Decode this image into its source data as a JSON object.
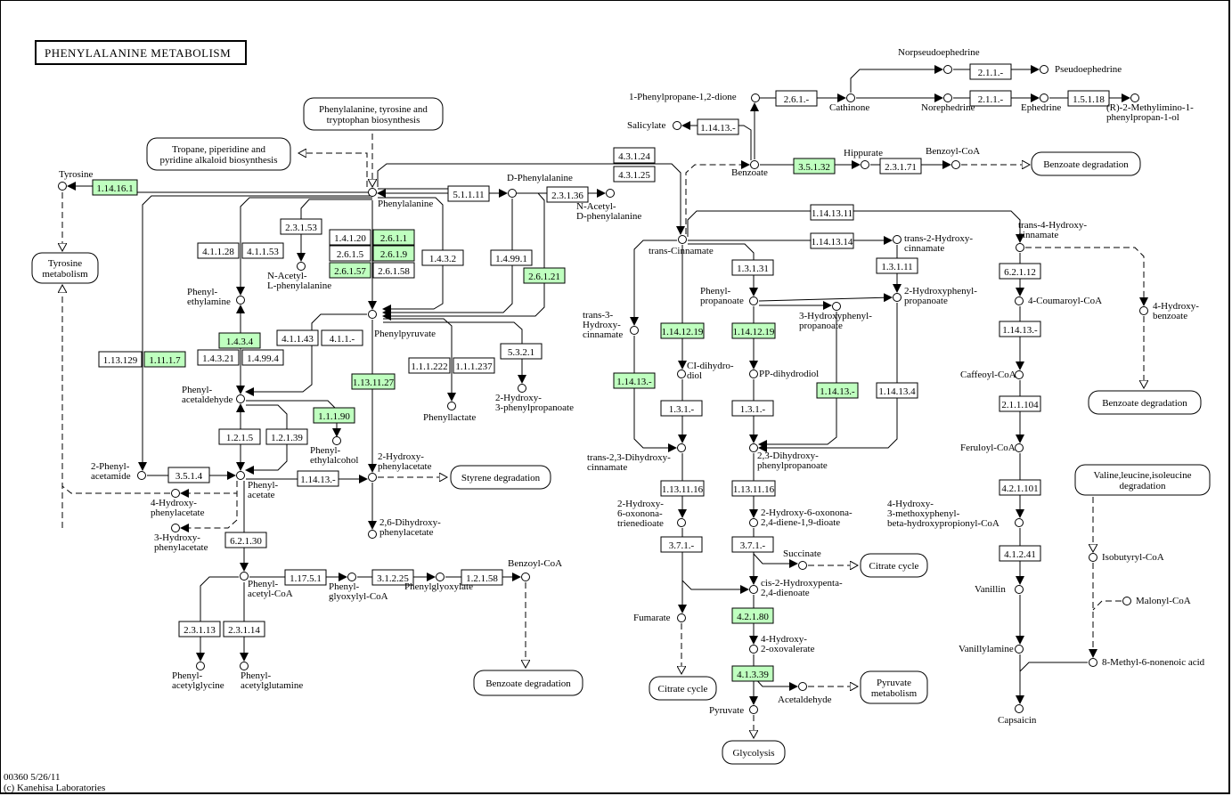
{
  "title": "PHENYLALANINE METABOLISM",
  "footer": {
    "line1": "00360 5/26/11",
    "line2": "(c) Kanehisa Laboratories"
  },
  "colors": {
    "highlight": "#bfffbf",
    "plain": "#ffffff",
    "line": "#000000"
  },
  "maps": [
    {
      "id": "m_phe_bio",
      "lines": [
        "Phenylalanine, tyrosine and",
        "tryptophan biosynthesis"
      ]
    },
    {
      "id": "m_tropane",
      "lines": [
        "Tropane, piperidine and",
        "pyridine alkaloid biosynthesis"
      ]
    },
    {
      "id": "m_tyr",
      "lines": [
        "Tyrosine",
        "metabolism"
      ]
    },
    {
      "id": "m_styrene",
      "lines": [
        "Styrene degradation"
      ]
    },
    {
      "id": "m_benz1",
      "lines": [
        "Benzoate degradation"
      ]
    },
    {
      "id": "m_benz2",
      "lines": [
        "Benzoate degradation"
      ]
    },
    {
      "id": "m_benz3",
      "lines": [
        "Benzoate degradation"
      ]
    },
    {
      "id": "m_citrate1",
      "lines": [
        "Citrate cycle"
      ]
    },
    {
      "id": "m_citrate2",
      "lines": [
        "Citrate cycle"
      ]
    },
    {
      "id": "m_pyruvate",
      "lines": [
        "Pyruvate",
        "metabolism"
      ]
    },
    {
      "id": "m_glycolysis",
      "lines": [
        "Glycolysis"
      ]
    },
    {
      "id": "m_valine",
      "lines": [
        "Valine,leucine,isoleucine",
        "degradation"
      ]
    }
  ],
  "enzymes": [
    {
      "id": "e1",
      "label": "1.14.16.1",
      "hl": true
    },
    {
      "id": "e2",
      "label": "2.3.1.53",
      "hl": false
    },
    {
      "id": "e3",
      "label": "4.1.1.28",
      "hl": false
    },
    {
      "id": "e4",
      "label": "4.1.1.53",
      "hl": false
    },
    {
      "id": "e5",
      "label": "1.4.1.20",
      "hl": false
    },
    {
      "id": "e6",
      "label": "2.6.1.1",
      "hl": true
    },
    {
      "id": "e7",
      "label": "2.6.1.5",
      "hl": false
    },
    {
      "id": "e8",
      "label": "2.6.1.9",
      "hl": true
    },
    {
      "id": "e9",
      "label": "2.6.1.57",
      "hl": true
    },
    {
      "id": "e10",
      "label": "2.6.1.58",
      "hl": false
    },
    {
      "id": "e11",
      "label": "1.4.3.2",
      "hl": false
    },
    {
      "id": "e12",
      "label": "5.1.1.11",
      "hl": false
    },
    {
      "id": "e13",
      "label": "2.3.1.36",
      "hl": false
    },
    {
      "id": "e14",
      "label": "1.4.99.1",
      "hl": false
    },
    {
      "id": "e15",
      "label": "2.6.1.21",
      "hl": true
    },
    {
      "id": "e16",
      "label": "4.3.1.24",
      "hl": false
    },
    {
      "id": "e17",
      "label": "4.3.1.25",
      "hl": false
    },
    {
      "id": "e18",
      "label": "1.4.3.4",
      "hl": true
    },
    {
      "id": "e19",
      "label": "1.4.3.21",
      "hl": false
    },
    {
      "id": "e20",
      "label": "1.4.99.4",
      "hl": false
    },
    {
      "id": "e21",
      "label": "4.1.1.43",
      "hl": false
    },
    {
      "id": "e22",
      "label": "4.1.1.-",
      "hl": false
    },
    {
      "id": "e23",
      "label": "1.13.12.9",
      "hl": false,
      "display": "1.13.129"
    },
    {
      "id": "e24",
      "label": "1.11.1.7",
      "hl": true
    },
    {
      "id": "e25",
      "label": "1.13.11.27",
      "hl": true
    },
    {
      "id": "e26",
      "label": "1.1.1.222",
      "hl": false
    },
    {
      "id": "e27",
      "label": "1.1.1.237",
      "hl": false
    },
    {
      "id": "e28",
      "label": "5.3.2.1",
      "hl": false
    },
    {
      "id": "e29",
      "label": "1.1.1.90",
      "hl": true
    },
    {
      "id": "e30",
      "label": "1.2.1.5",
      "hl": false
    },
    {
      "id": "e31",
      "label": "1.2.1.39",
      "hl": false
    },
    {
      "id": "e32",
      "label": "3.5.1.4",
      "hl": false
    },
    {
      "id": "e33",
      "label": "1.14.13.-",
      "hl": false
    },
    {
      "id": "e34",
      "label": "6.2.1.30",
      "hl": false
    },
    {
      "id": "e35",
      "label": "1.17.5.1",
      "hl": false
    },
    {
      "id": "e36",
      "label": "3.1.2.25",
      "hl": false
    },
    {
      "id": "e37",
      "label": "1.2.1.58",
      "hl": false
    },
    {
      "id": "e38",
      "label": "2.3.1.13",
      "hl": false
    },
    {
      "id": "e39",
      "label": "2.3.1.14",
      "hl": false
    },
    {
      "id": "e40",
      "label": "2.6.1.-",
      "hl": false
    },
    {
      "id": "e41",
      "label": "2.1.1.-",
      "hl": false
    },
    {
      "id": "e42",
      "label": "2.1.1.-",
      "hl": false
    },
    {
      "id": "e43",
      "label": "1.5.1.18",
      "hl": false
    },
    {
      "id": "e44",
      "label": "1.14.13.-",
      "hl": false
    },
    {
      "id": "e45",
      "label": "3.5.1.32",
      "hl": true
    },
    {
      "id": "e46",
      "label": "2.3.1.71",
      "hl": false
    },
    {
      "id": "e47",
      "label": "1.14.13.11",
      "hl": false
    },
    {
      "id": "e48",
      "label": "1.14.13.14",
      "hl": false
    },
    {
      "id": "e49",
      "label": "1.3.1.31",
      "hl": false
    },
    {
      "id": "e50",
      "label": "1.3.1.11",
      "hl": false
    },
    {
      "id": "e51",
      "label": "1.14.12.19",
      "hl": true
    },
    {
      "id": "e52",
      "label": "1.14.12.19",
      "hl": true
    },
    {
      "id": "e53",
      "label": "1.14.13.-",
      "hl": true
    },
    {
      "id": "e54",
      "label": "1.14.13.-",
      "hl": true
    },
    {
      "id": "e55",
      "label": "1.14.13.4",
      "hl": false
    },
    {
      "id": "e56",
      "label": "1.3.1.-",
      "hl": false
    },
    {
      "id": "e57",
      "label": "1.3.1.-",
      "hl": false
    },
    {
      "id": "e58",
      "label": "1.13.11.16",
      "hl": false
    },
    {
      "id": "e59",
      "label": "1.13.11.16",
      "hl": false
    },
    {
      "id": "e60",
      "label": "3.7.1.-",
      "hl": false
    },
    {
      "id": "e61",
      "label": "3.7.1.-",
      "hl": false
    },
    {
      "id": "e62",
      "label": "4.2.1.80",
      "hl": true
    },
    {
      "id": "e63",
      "label": "4.1.3.39",
      "hl": true
    },
    {
      "id": "e64",
      "label": "6.2.1.12",
      "hl": false
    },
    {
      "id": "e65",
      "label": "1.14.13.-",
      "hl": false
    },
    {
      "id": "e66",
      "label": "2.1.1.104",
      "hl": false
    },
    {
      "id": "e67",
      "label": "4.2.1.101",
      "hl": false
    },
    {
      "id": "e68",
      "label": "4.1.2.41",
      "hl": false
    }
  ],
  "compounds": [
    {
      "id": "c_tyr",
      "lines": [
        "Tyrosine"
      ]
    },
    {
      "id": "c_phe",
      "lines": [
        "Phenylalanine"
      ]
    },
    {
      "id": "c_dphe",
      "lines": [
        "D-Phenylalanine"
      ]
    },
    {
      "id": "c_nacdphe",
      "lines": [
        "N-Acetyl-",
        "D-phenylalanine"
      ]
    },
    {
      "id": "c_naclphe",
      "lines": [
        "N-Acetyl-",
        "L-phenylalanine"
      ]
    },
    {
      "id": "c_phea",
      "lines": [
        "Phenyl-",
        "ethylamine"
      ]
    },
    {
      "id": "c_phpyr",
      "lines": [
        "Phenylpyruvate"
      ]
    },
    {
      "id": "c_phald",
      "lines": [
        "Phenyl-",
        "acetaldehyde"
      ]
    },
    {
      "id": "c_phlac",
      "lines": [
        "Phenyllactate"
      ]
    },
    {
      "id": "c_2oh3pp",
      "lines": [
        "2-Hydroxy-",
        "3-phenylpropanoate"
      ]
    },
    {
      "id": "c_phetoh",
      "lines": [
        "Phenyl-",
        "ethylalcohol"
      ]
    },
    {
      "id": "c_2phacm",
      "lines": [
        "2-Phenyl-",
        "acetamide"
      ]
    },
    {
      "id": "c_phac",
      "lines": [
        "Phenyl-",
        "acetate"
      ]
    },
    {
      "id": "c_2ohpa",
      "lines": [
        "2-Hydroxy-",
        "phenylacetate"
      ]
    },
    {
      "id": "c_26dhpa",
      "lines": [
        "2,6-Dihydroxy-",
        "phenylacetate"
      ]
    },
    {
      "id": "c_4ohpa",
      "lines": [
        "4-Hydroxy-",
        "phenylacetate"
      ]
    },
    {
      "id": "c_3ohpa",
      "lines": [
        "3-Hydroxy-",
        "phenylacetate"
      ]
    },
    {
      "id": "c_phaccoa",
      "lines": [
        "Phenyl-",
        "acetyl-CoA"
      ]
    },
    {
      "id": "c_phglxcoa",
      "lines": [
        "Phenyl-",
        "glyoxylyl-CoA"
      ]
    },
    {
      "id": "c_phglx",
      "lines": [
        "Phenylglyoxylate"
      ]
    },
    {
      "id": "c_bzcoa1",
      "lines": [
        "Benzoyl-CoA"
      ]
    },
    {
      "id": "c_phacgly",
      "lines": [
        "Phenyl-",
        "acetylglycine"
      ]
    },
    {
      "id": "c_phacgln",
      "lines": [
        "Phenyl-",
        "acetylglutamine"
      ]
    },
    {
      "id": "c_ppd",
      "lines": [
        "1-Phenylpropane-1,2-dione"
      ]
    },
    {
      "id": "c_cath",
      "lines": [
        "Cathinone"
      ]
    },
    {
      "id": "c_norpse",
      "lines": [
        "Norpseudoephedrine"
      ]
    },
    {
      "id": "c_pse",
      "lines": [
        "Pseudoephedrine"
      ]
    },
    {
      "id": "c_norep",
      "lines": [
        "Norephedrine"
      ]
    },
    {
      "id": "c_eph",
      "lines": [
        "Ephedrine"
      ]
    },
    {
      "id": "c_rmpp",
      "lines": [
        "(R)-2-Methylimino-1-",
        "phenylpropan-1-ol"
      ]
    },
    {
      "id": "c_sal",
      "lines": [
        "Salicylate"
      ]
    },
    {
      "id": "c_benz",
      "lines": [
        "Benzoate"
      ]
    },
    {
      "id": "c_hipp",
      "lines": [
        "Hippurate"
      ]
    },
    {
      "id": "c_bzcoa2",
      "lines": [
        "Benzoyl-CoA"
      ]
    },
    {
      "id": "c_tcin",
      "lines": [
        "trans-Cinnamate"
      ]
    },
    {
      "id": "c_t2ohc",
      "lines": [
        "trans-2-Hydroxy-",
        "cinnamate"
      ]
    },
    {
      "id": "c_t4ohc",
      "lines": [
        "trans-4-Hydroxy-",
        "cinnamate"
      ]
    },
    {
      "id": "c_t3ohc",
      "lines": [
        "trans-3-",
        "Hydroxy-",
        "cinnamate"
      ]
    },
    {
      "id": "c_phprop",
      "lines": [
        "Phenyl-",
        "propanoate"
      ]
    },
    {
      "id": "c_3ohpp",
      "lines": [
        "3-Hydroxyphenyl-",
        "propanoate"
      ]
    },
    {
      "id": "c_2ohpp",
      "lines": [
        "2-Hydroxyphenyl-",
        "propanoate"
      ]
    },
    {
      "id": "c_cidiol",
      "lines": [
        "CI-dihydro-",
        "diol"
      ]
    },
    {
      "id": "c_ppdiol",
      "lines": [
        "PP-dihydrodiol"
      ]
    },
    {
      "id": "c_t23dhc",
      "lines": [
        "trans-2,3-Dihydroxy-",
        "cinnamate"
      ]
    },
    {
      "id": "c_23dhpp",
      "lines": [
        "2,3-Dihydroxy-",
        "phenylpropanoate"
      ]
    },
    {
      "id": "c_2oh6otri",
      "lines": [
        "2-Hydroxy-",
        "6-oxonona-",
        "trienedioate"
      ]
    },
    {
      "id": "c_2oh6odi",
      "lines": [
        "2-Hydroxy-6-oxonona-",
        "2,4-diene-1,9-dioate"
      ]
    },
    {
      "id": "c_succ",
      "lines": [
        "Succinate"
      ]
    },
    {
      "id": "c_cis2oh",
      "lines": [
        "cis-2-Hydroxypenta-",
        "2,4-dienoate"
      ]
    },
    {
      "id": "c_fum",
      "lines": [
        "Fumarate"
      ]
    },
    {
      "id": "c_4oh2ov",
      "lines": [
        "4-Hydroxy-",
        "2-oxovalerate"
      ]
    },
    {
      "id": "c_acald",
      "lines": [
        "Acetaldehyde"
      ]
    },
    {
      "id": "c_pyr",
      "lines": [
        "Pyruvate"
      ]
    },
    {
      "id": "c_4cou",
      "lines": [
        "4-Coumaroyl-CoA"
      ]
    },
    {
      "id": "c_4ohbz",
      "lines": [
        "4-Hydroxy-",
        "benzoate"
      ]
    },
    {
      "id": "c_caff",
      "lines": [
        "Caffeoyl-CoA"
      ]
    },
    {
      "id": "c_fer",
      "lines": [
        "Feruloyl-CoA"
      ]
    },
    {
      "id": "c_hmpcoa",
      "lines": [
        "4-Hydroxy-",
        "3-methoxyphenyl-",
        "beta-hydroxypropionyl-CoA"
      ]
    },
    {
      "id": "c_van",
      "lines": [
        "Vanillin"
      ]
    },
    {
      "id": "c_vanam",
      "lines": [
        "Vanillylamine"
      ]
    },
    {
      "id": "c_caps",
      "lines": [
        "Capsaicin"
      ]
    },
    {
      "id": "c_isob",
      "lines": [
        "Isobutyryl-CoA"
      ]
    },
    {
      "id": "c_malo",
      "lines": [
        "Malonyl-CoA"
      ]
    },
    {
      "id": "c_8m6n",
      "lines": [
        "8-Methyl-6-nonenoic acid"
      ]
    }
  ]
}
